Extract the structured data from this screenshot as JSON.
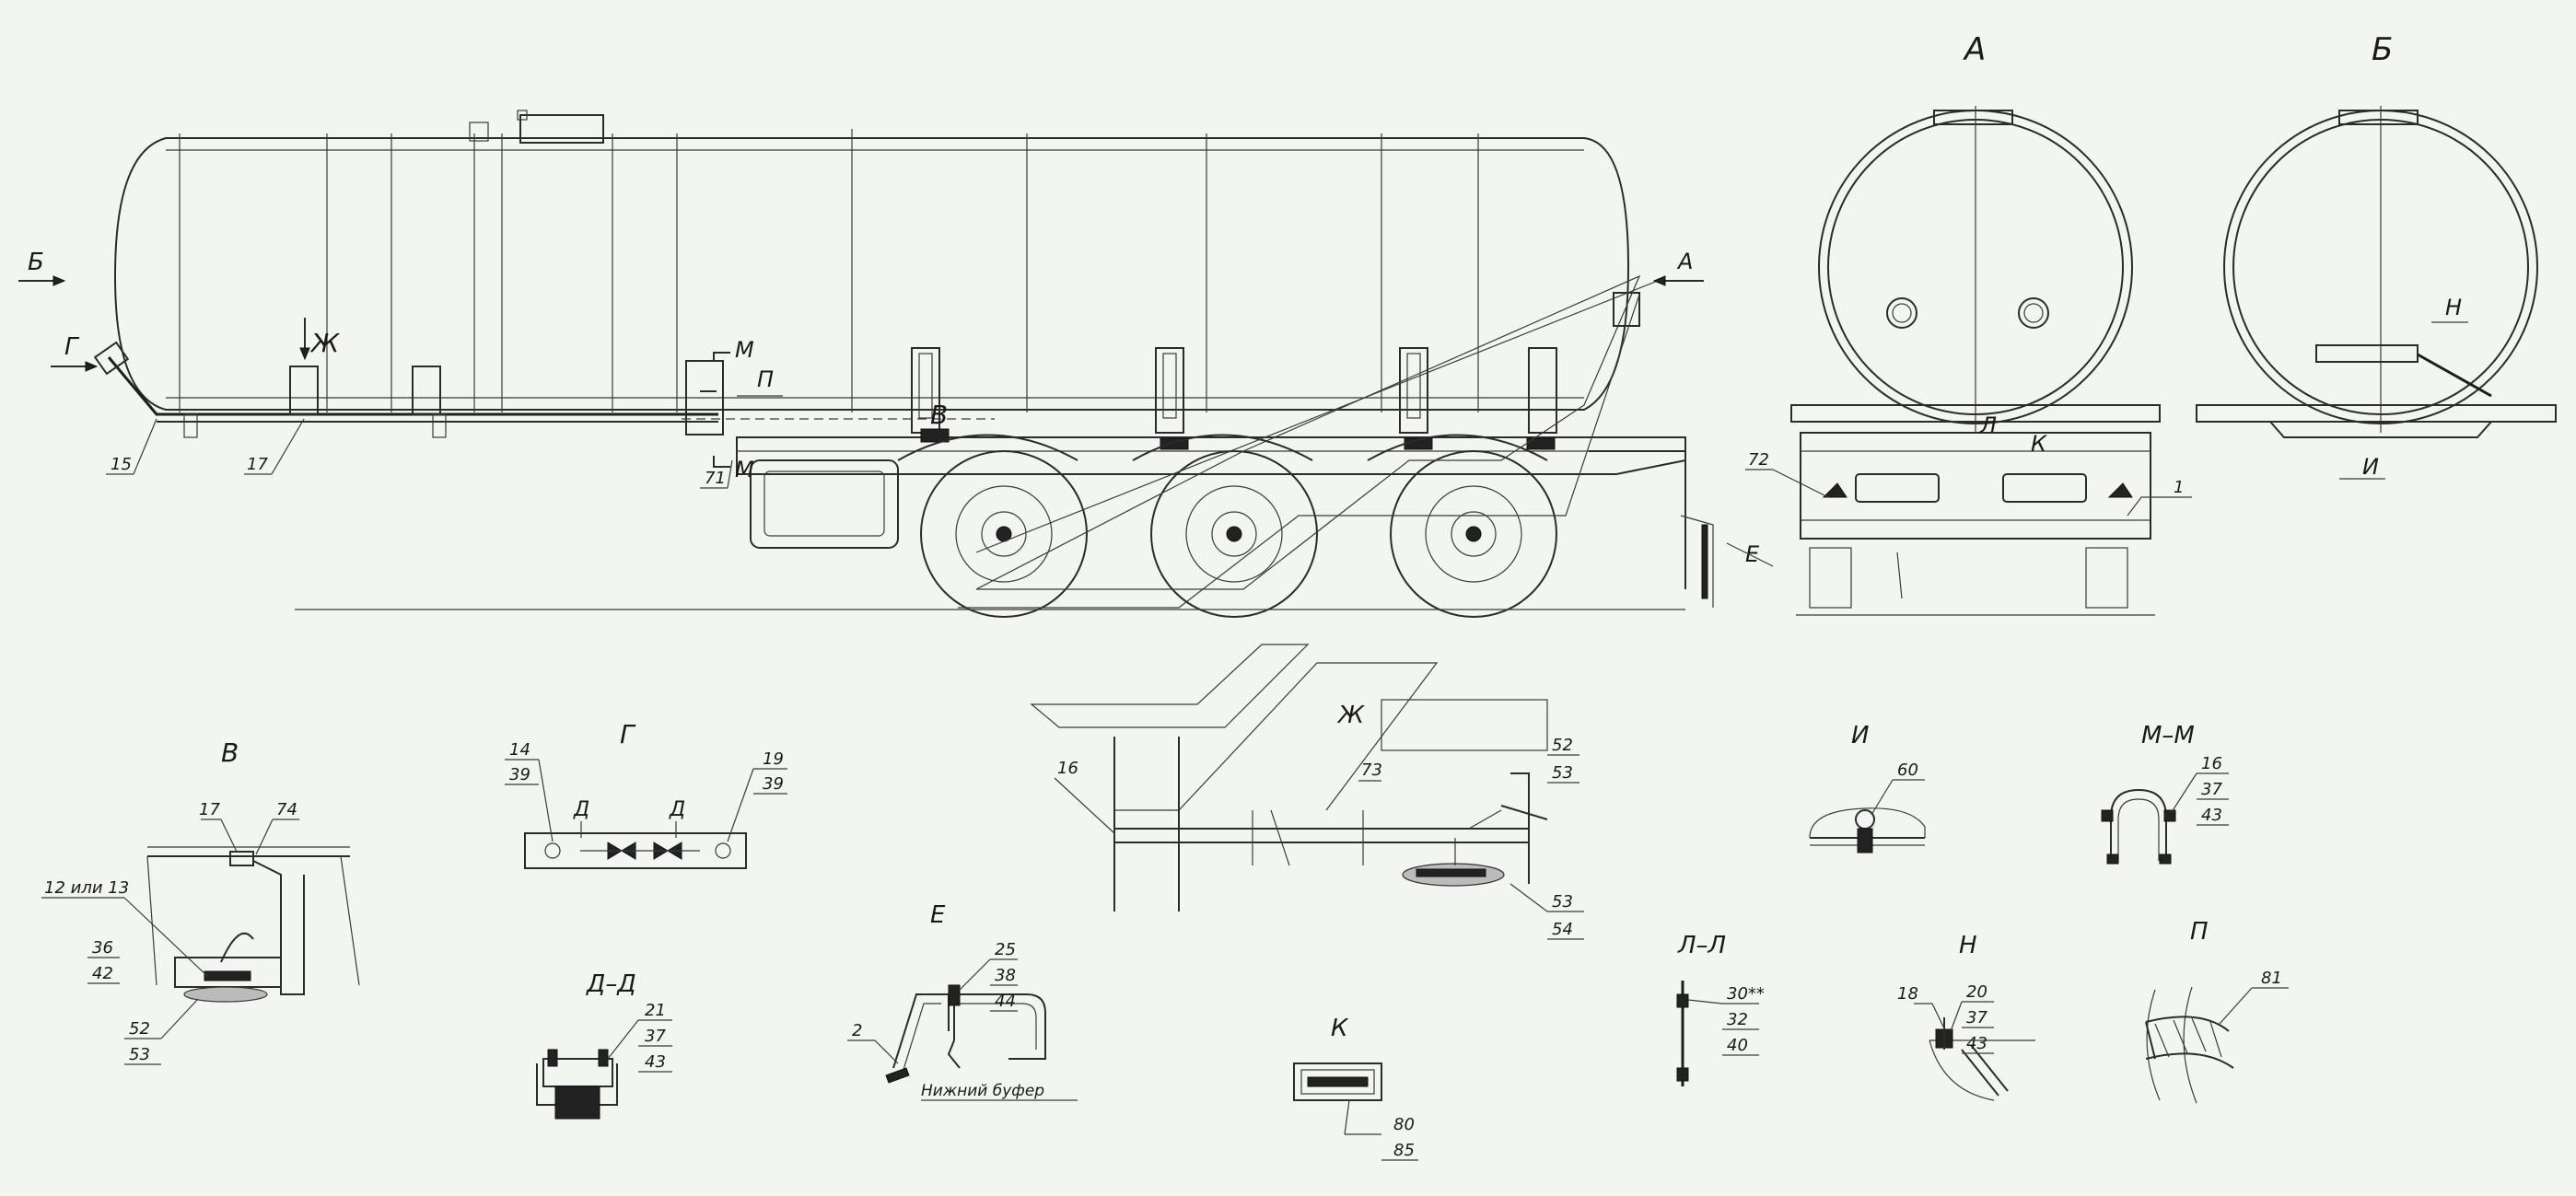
{
  "views": {
    "A": "А",
    "B": "Б",
    "V": "В",
    "G": "Г",
    "DD": "Д–Д",
    "E": "Е",
    "Zh": "Ж",
    "I": "И",
    "K": "К",
    "LL": "Л–Л",
    "MM": "М–М",
    "N": "Н",
    "P": "П"
  },
  "marks": {
    "B_arrow": "Б",
    "G_arrow": "Г",
    "Zh_arrow": "Ж",
    "M_top": "М",
    "M_bot": "М",
    "P_arrow": "П",
    "V_mark": "В",
    "A_arrow": "А",
    "E_mark": "Е",
    "L_mark": "Л",
    "K_mark": "К",
    "N_mark": "Н",
    "I_mark": "И",
    "D1": "Д",
    "D2": "Д"
  },
  "callouts": {
    "main": {
      "c15": "15",
      "c17": "17",
      "c71": "71"
    },
    "front": {
      "c72": "72",
      "c1": "1"
    },
    "v": {
      "c17": "17",
      "c74": "74",
      "c12": "12 или 13",
      "c36": "36",
      "c42": "42",
      "c52": "52",
      "c53": "53"
    },
    "g": {
      "c14": "14",
      "c39a": "39",
      "c19": "19",
      "c39b": "39"
    },
    "dd": {
      "c21": "21",
      "c37": "37",
      "c43": "43"
    },
    "e": {
      "c25": "25",
      "c38": "38",
      "c44": "44",
      "c2": "2",
      "buffer": "Нижний буфер"
    },
    "zh": {
      "c16": "16",
      "c73": "73",
      "c52": "52",
      "c53a": "53",
      "c53b": "53",
      "c54": "54"
    },
    "i": {
      "c60": "60"
    },
    "mm": {
      "c16": "16",
      "c37": "37",
      "c43": "43"
    },
    "k": {
      "c80": "80",
      "c85": "85"
    },
    "ll": {
      "c30": "30**",
      "c32": "32",
      "c40": "40"
    },
    "n": {
      "c18": "18",
      "c20": "20",
      "c37": "37",
      "c43": "43"
    },
    "p": {
      "c81": "81"
    }
  }
}
